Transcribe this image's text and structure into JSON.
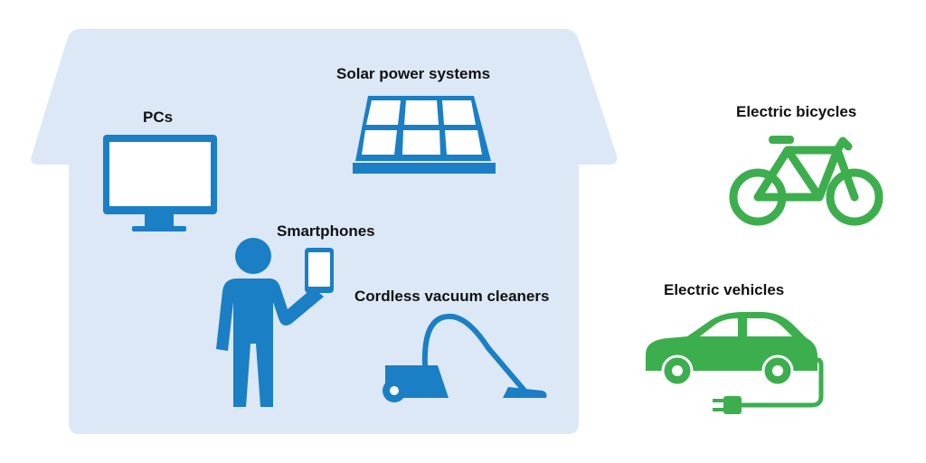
{
  "labels": {
    "pcs": "PCs",
    "solar": "Solar power systems",
    "smartphones": "Smartphones",
    "vacuum": "Cordless vacuum cleaners",
    "ebikes": "Electric bicycles",
    "evs": "Electric vehicles"
  },
  "colors": {
    "house_fill": "#dce8f5",
    "device_blue": "#1a7fc4",
    "ev_green": "#3dae4e"
  },
  "icons": [
    "house-icon",
    "monitor-icon",
    "solar-panel-icon",
    "person-icon",
    "smartphone-icon",
    "vacuum-cleaner-icon",
    "bicycle-icon",
    "car-icon",
    "plug-icon"
  ]
}
